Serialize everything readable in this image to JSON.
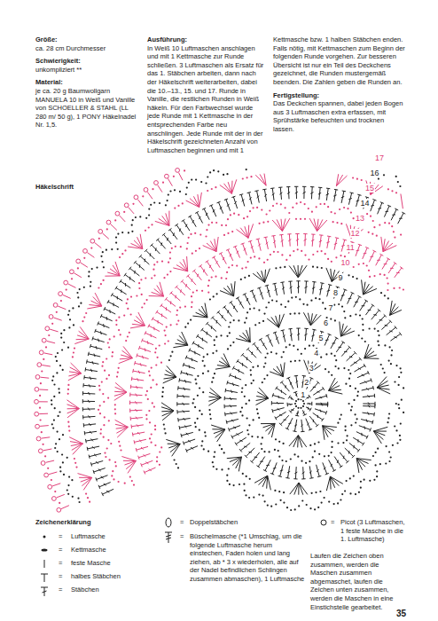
{
  "diagram": {
    "labels": [
      "Größe:",
      "ca. 28 cm Durchmesser",
      "Schwierigkeit:",
      "unkompliziert **",
      "Material:",
      "je ca. 20 g Baumwollgarn MANUELA 10 in Weiß und Vanille von SCHOELLER & STAHL (LL 280 m/ 50 g), 1 PONY Häkelnadel Nr. 1,5.",
      "Ausführung:",
      "In Weiß 10 Luftmaschen anschlagen und mit 1 Kettmasche zur Runde schließen. 3 Luftmaschen als Ersatz für das 1. Stäbchen arbeiten, dann nach der Häkelschrift weiterarbeiten, dabei die 10.–13., 15. und 17. Runde in Vanille, die restlichen Runden in Weiß häkeln. Für den Farbwechsel wurde jede Runde mit 1 Kettmasche in der entsprechenden Farbe neu anschlingen. Jede Runde mit der in der Häkelschrift gezeichneten Anzahl von Luftmaschen beginnen und mit 1",
      "Kettmasche bzw. 1 halben Stäbchen enden. Falls nötig, mit Kettmaschen zum Beginn der folgenden Runde vorgehen. Zur besseren Übersicht ist nur ein Teil des Deckchens gezeichnet, die Runden mustergemäß beenden. Die Zahlen geben die Runden an.",
      "Fertigstellung:",
      "Das Deckchen spannen, dabei jeden Bogen aus 3 Luftmaschen extra erfassen, mit Sprühstärke befeuchten und trocknen lassen.",
      "Häkelschrift",
      "1",
      "2",
      "3",
      "4",
      "5",
      "6",
      "7",
      "8",
      "9",
      "10",
      "11",
      "12",
      "13",
      "14",
      "15",
      "16",
      "17",
      "Zeichenerklärung",
      "=",
      "=",
      "=",
      "=",
      "=",
      "=",
      "=",
      "=",
      "Laufen die Zeichen oben zusammen, werden die Maschen zusammen abgemaschet, laufen die Zeichen unten zusammen, werden die Maschen in eine Einstichstelle gearbeitet.",
      "35"
    ],
    "legend": [
      {
        "text": "Luftmasche"
      },
      {
        "text": "Kettmasche"
      },
      {
        "text": "feste Masche"
      },
      {
        "text": "halbes Stäbchen"
      },
      {
        "text": "Stäbchen"
      },
      {
        "text": "Doppelstäbchen"
      },
      {
        "text": "Büschelmasche (*1 Umschlag, um die folgende Luftmasche herum einstechen, Faden holen und lang ziehen, ab * 3 x wiederholen, alle auf der Nadel befindlichen Schlingen zusammen abmaschen), 1 Luftmasche"
      },
      {
        "text": "Picot (3 Luftmaschen, 1 feste Masche in die 1. Luftmasche)"
      }
    ]
  }
}
